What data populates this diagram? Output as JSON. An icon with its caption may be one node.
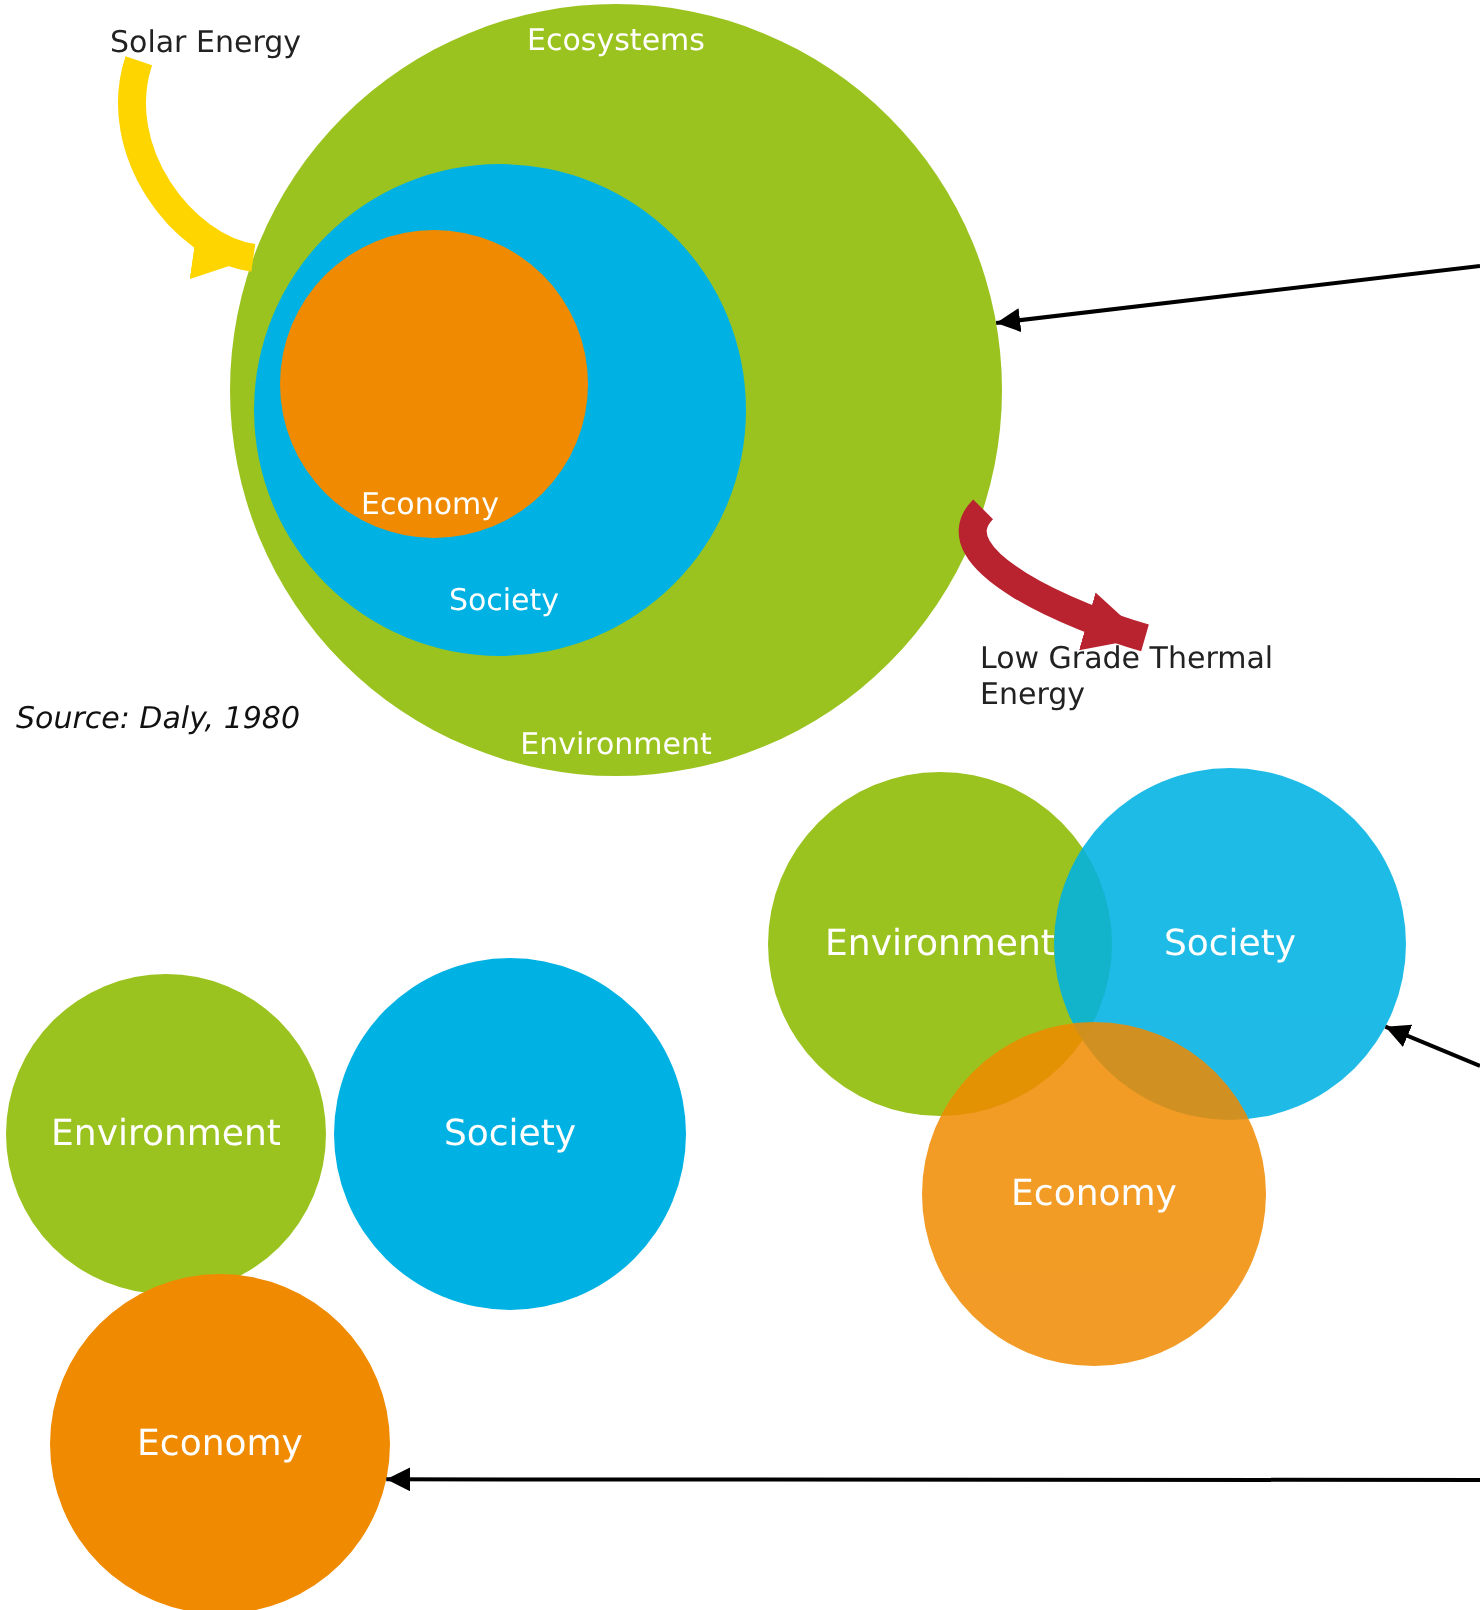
{
  "diagram": {
    "nodes": [
      {
        "text": [
          "Ecosystems",
          "Environment"
        ]
      },
      {
        "text": [
          "Society"
        ],
        "in": 0
      },
      {
        "text": [
          "Economy"
        ],
        "in": 1
      },
      {
        "text": [
          "Solar Energy"
        ]
      },
      {
        "text": [
          "Low Grade Thermal Energy"
        ]
      },
      {
        "text": [
          "Environment"
        ]
      },
      {
        "text": [
          "Society"
        ]
      },
      {
        "text": [
          "Economy"
        ]
      },
      {
        "text": [
          "Environment"
        ]
      },
      {
        "text": [
          "Society"
        ]
      },
      {
        "text": [
          "Economy"
        ]
      }
    ],
    "edges": [
      {
        "from": 3,
        "to": 0,
        "arrow": "to",
        "style": "thick",
        "color": "#ffd500"
      },
      {
        "from": 0,
        "to": 4,
        "arrow": "to",
        "style": "thick",
        "color": "#b8232f"
      },
      {
        "from": null,
        "to": 0,
        "arrow": "to"
      },
      {
        "from": null,
        "to": 6,
        "arrow": "to"
      },
      {
        "from": null,
        "to": 10,
        "arrow": "to"
      }
    ],
    "labels": [
      "Source: Daly, 1980"
    ]
  }
}
